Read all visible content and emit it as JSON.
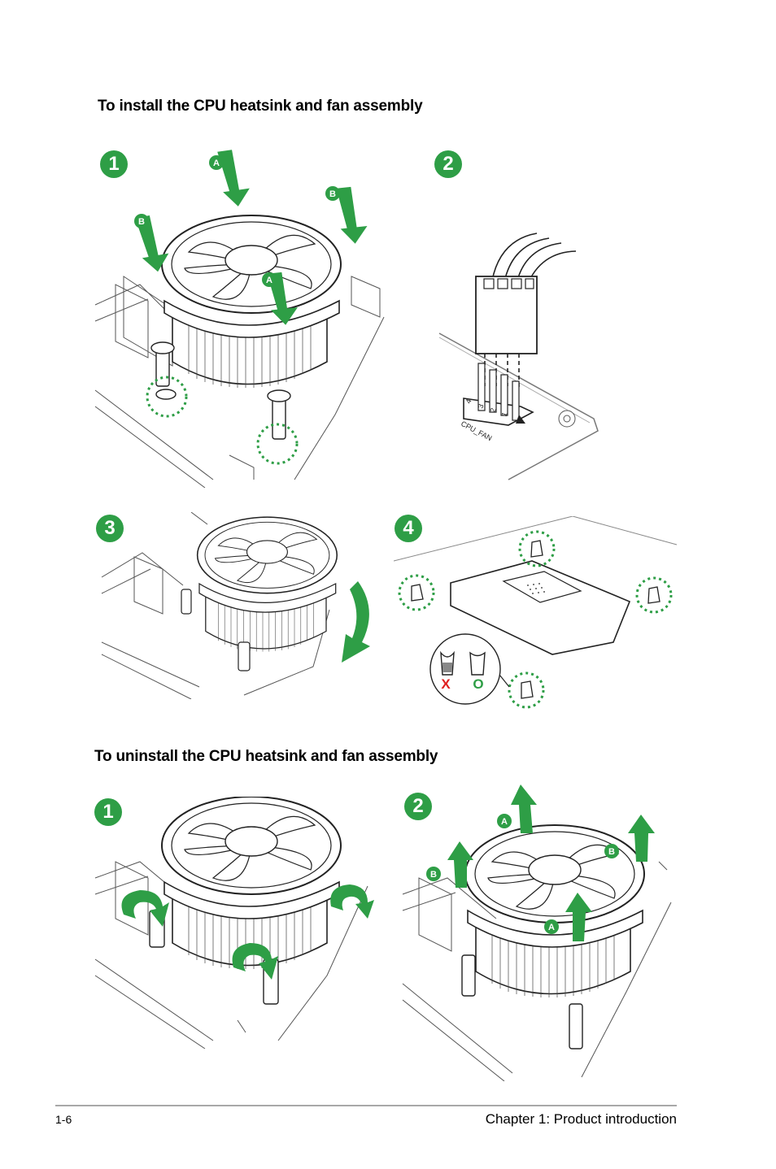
{
  "sections": {
    "install_title": "To install the CPU heatsink and fan assembly",
    "uninstall_title": "To uninstall the CPU heatsink and fan assembly"
  },
  "install_steps": [
    "1",
    "2",
    "3",
    "4"
  ],
  "uninstall_steps": [
    "1",
    "2"
  ],
  "callouts": {
    "a": "A",
    "b": "B"
  },
  "connector": {
    "label": "CPU_FAN",
    "pins": [
      "4",
      "3",
      "2",
      "1"
    ]
  },
  "correct_wrong": {
    "wrong": "X",
    "right": "O"
  },
  "footer": {
    "page": "1-6",
    "chapter": "Chapter 1: Product introduction"
  },
  "colors": {
    "accent_green": "#2e9e46",
    "wrong_red": "#e02020",
    "line": "#222222"
  }
}
